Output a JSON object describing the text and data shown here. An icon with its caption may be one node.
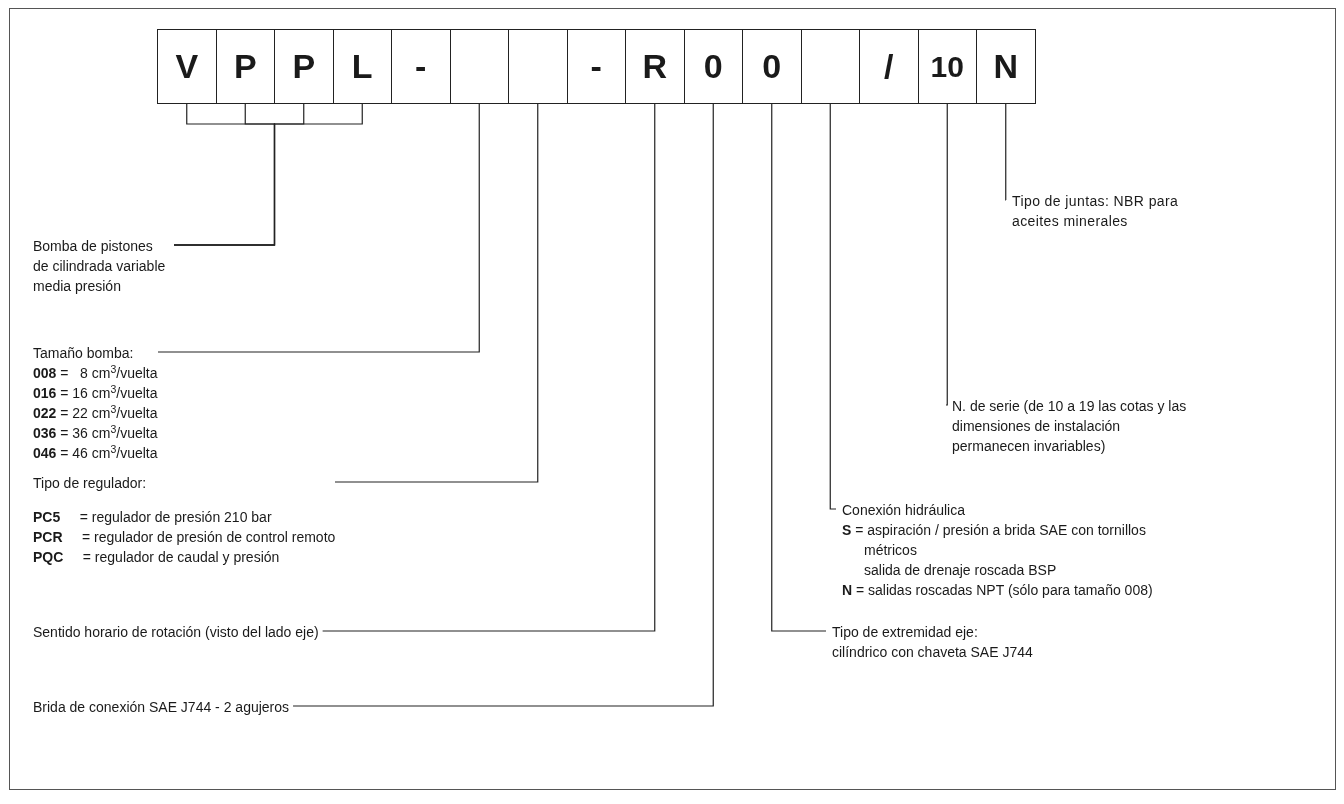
{
  "diagram": {
    "nodes": [
      {
        "text": [
          "V"
        ]
      },
      {
        "text": [
          "P"
        ]
      },
      {
        "text": [
          "P"
        ]
      },
      {
        "text": [
          "L"
        ]
      },
      {
        "text": [
          "-"
        ]
      },
      {
        "text": [],
        "shape": "box"
      },
      {
        "text": [],
        "shape": "box"
      },
      {
        "text": [
          "-"
        ]
      },
      {
        "text": [
          "R"
        ]
      },
      {
        "text": [
          "0"
        ]
      },
      {
        "text": [
          "0"
        ]
      },
      {
        "text": [],
        "shape": "box"
      },
      {
        "text": [
          "/"
        ]
      },
      {
        "text": [
          "10"
        ]
      },
      {
        "text": [
          "N"
        ]
      },
      {
        "text": [
          "Bomba de pistones de cilindrada variable media presión"
        ]
      },
      {
        "text": [
          "Tipo de juntas: NBR para aceites minerales"
        ]
      },
      {
        "text": [
          "Tamaño bomba:",
          "**008** =   8 cm$^{3}$/vuelta",
          "**016** = 16 cm$^{3}$/vuelta",
          "**022** = 22 cm$^{3}$/vuelta",
          "**036** = 36 cm$^{3}$/vuelta",
          "**046** = 46 cm$^{3}$/vuelta"
        ]
      },
      {
        "text": [
          "N. de serie (de 10 a 19 las cotas y las dimensiones de instalación permanecen invariables)"
        ]
      },
      {
        "text": [
          "Tipo de regulador:",
          "**PC5**     = regulador de presión 210 bar",
          "**PCR**     = regulador de presión de control remoto",
          "**PQC**     = regulador de caudal y presión"
        ]
      },
      {
        "text": [
          "Conexión hidráulica",
          "**S** = aspiración / presión a brida SAE con tornillos métricos",
          "salida de drenaje roscada BSP",
          "**N** = salidas roscadas NPT (sólo para tamaño 008)"
        ]
      },
      {
        "text": [
          "Sentido horario de rotación (visto del lado eje)"
        ]
      },
      {
        "text": [
          "Tipo de extremidad eje:",
          "cilíndrico con chaveta SAE J744"
        ]
      },
      {
        "text": [
          "Brida de conexión SAE J744 - 2 agujeros"
        ]
      }
    ],
    "edges": [
      {
        "from": 15,
        "to": 0,
        "arrow": "none"
      },
      {
        "from": 15,
        "to": 1,
        "arrow": "none"
      },
      {
        "from": 15,
        "to": 2,
        "arrow": "none"
      },
      {
        "from": 15,
        "to": 3,
        "arrow": "none"
      },
      {
        "from": 16,
        "to": 14,
        "arrow": "none"
      },
      {
        "from": 17,
        "to": 5,
        "arrow": "none"
      },
      {
        "from": 18,
        "to": 13,
        "arrow": "none"
      },
      {
        "from": 19,
        "to": 6,
        "arrow": "none"
      },
      {
        "from": 20,
        "to": 11,
        "arrow": "none"
      },
      {
        "from": 21,
        "to": 8,
        "arrow": "none"
      },
      {
        "from": 22,
        "to": 10,
        "arrow": "none"
      },
      {
        "from": 23,
        "to": 9,
        "arrow": "none"
      }
    ]
  }
}
